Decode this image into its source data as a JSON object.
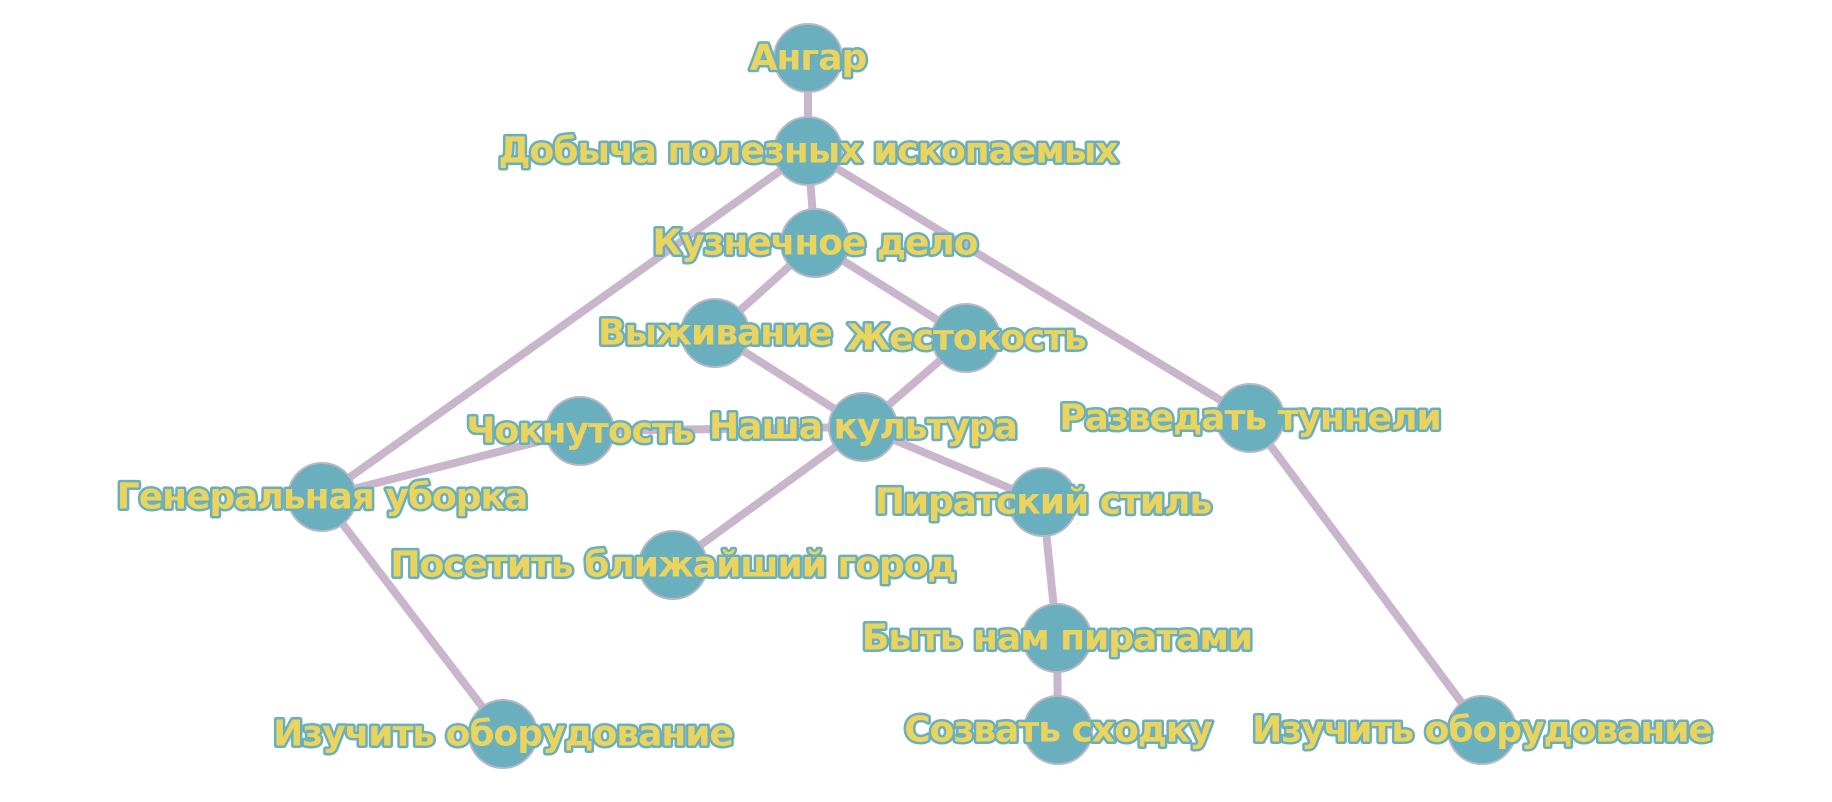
{
  "diagram": {
    "nodes": [
      {
        "id": "hangar",
        "label": "Ангар"
      },
      {
        "id": "mining",
        "label": "Добыча полезных ископаемых"
      },
      {
        "id": "smithing",
        "label": "Кузнечное дело"
      },
      {
        "id": "survival",
        "label": "Выживание"
      },
      {
        "id": "cruelty",
        "label": "Жестокость"
      },
      {
        "id": "culture",
        "label": "Наша культура"
      },
      {
        "id": "crazy",
        "label": "Чокнутость"
      },
      {
        "id": "cleaning",
        "label": "Генеральная уборка"
      },
      {
        "id": "tunnels",
        "label": "Разведать туннели"
      },
      {
        "id": "pirate-style",
        "label": "Пиратский стиль"
      },
      {
        "id": "visit-city",
        "label": "Посетить ближайший город"
      },
      {
        "id": "be-pirates",
        "label": "Быть нам пиратами"
      },
      {
        "id": "gathering",
        "label": "Созвать сходку"
      },
      {
        "id": "study-left",
        "label": "Изучить оборудование"
      },
      {
        "id": "study-right",
        "label": "Изучить оборудование"
      }
    ],
    "edges": [
      [
        "hangar",
        "mining"
      ],
      [
        "mining",
        "smithing"
      ],
      [
        "mining",
        "cleaning"
      ],
      [
        "mining",
        "tunnels"
      ],
      [
        "smithing",
        "survival"
      ],
      [
        "smithing",
        "cruelty"
      ],
      [
        "survival",
        "culture"
      ],
      [
        "cruelty",
        "culture"
      ],
      [
        "culture",
        "crazy"
      ],
      [
        "culture",
        "visit-city"
      ],
      [
        "culture",
        "pirate-style"
      ],
      [
        "crazy",
        "cleaning"
      ],
      [
        "cleaning",
        "study-left"
      ],
      [
        "tunnels",
        "study-right"
      ],
      [
        "pirate-style",
        "be-pirates"
      ],
      [
        "be-pirates",
        "gathering"
      ]
    ]
  }
}
